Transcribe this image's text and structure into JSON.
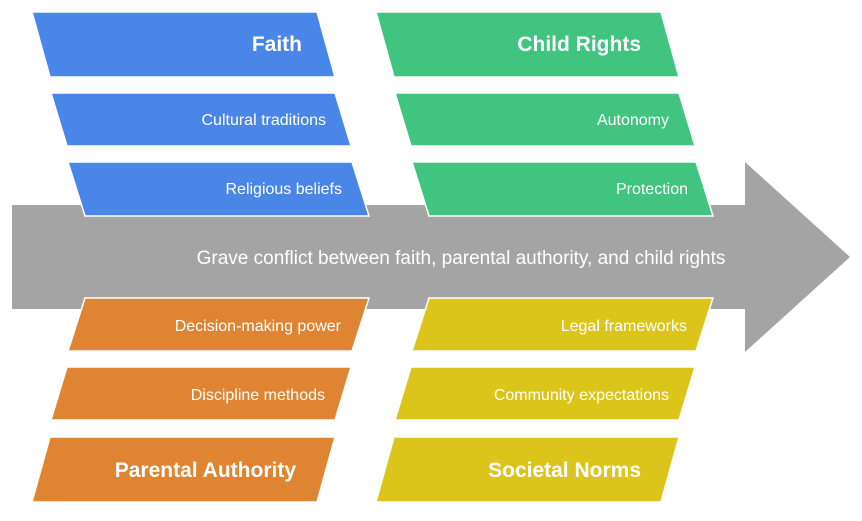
{
  "diagram": {
    "effect": "Grave conflict between faith, parental authority, and child rights",
    "categories": [
      {
        "id": "faith",
        "title": "Faith",
        "color": "#4a86e8",
        "causes": [
          "Cultural traditions",
          "Religious beliefs"
        ]
      },
      {
        "id": "child_rights",
        "title": "Child Rights",
        "color": "#41c47f",
        "causes": [
          "Autonomy",
          "Protection"
        ]
      },
      {
        "id": "parental_authority",
        "title": "Parental Authority",
        "color": "#df8432",
        "causes": [
          "Decision-making power",
          "Discipline methods"
        ]
      },
      {
        "id": "societal_norms",
        "title": "Societal Norms",
        "color": "#dcc51b",
        "causes": [
          "Legal frameworks",
          "Community expectations"
        ]
      }
    ],
    "arrow_color": "#a4a4a4"
  }
}
